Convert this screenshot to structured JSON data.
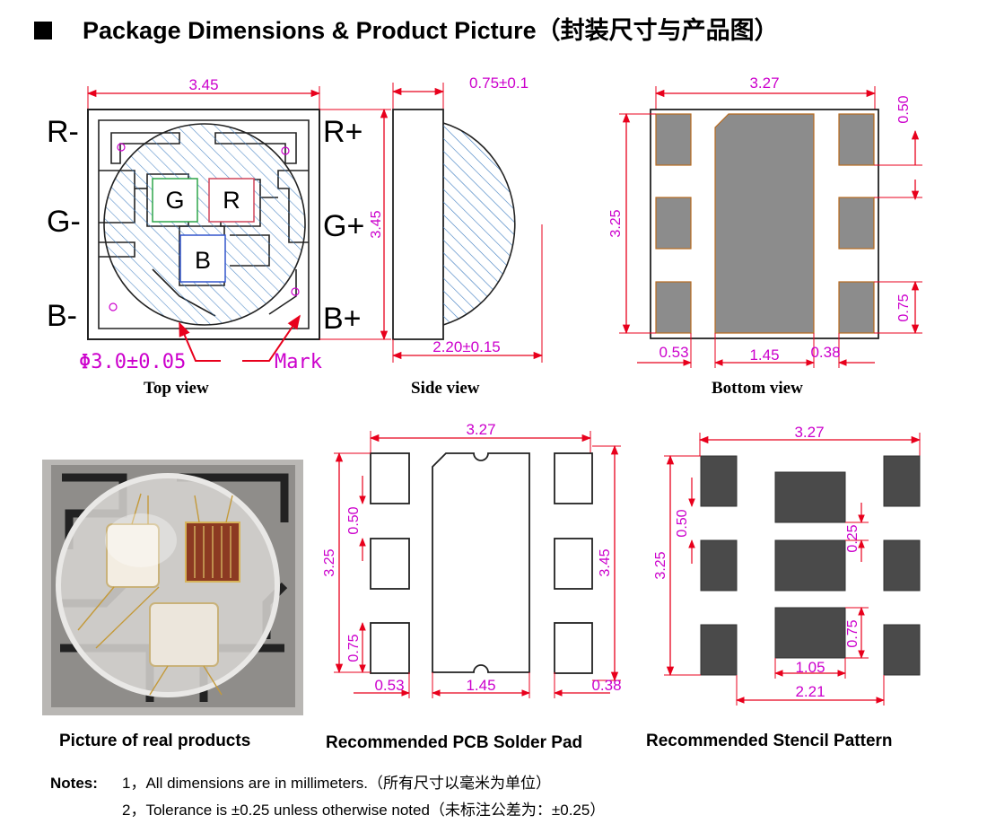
{
  "title": "Package Dimensions & Product Picture（封装尺寸与产品图）",
  "captions": {
    "top_view": "Top view",
    "side_view": "Side view",
    "bottom_view": "Bottom view",
    "real_products": "Picture of real products",
    "pcb_pad": "Recommended PCB Solder Pad",
    "stencil": "Recommended Stencil Pattern"
  },
  "top_view": {
    "width": "3.45",
    "height": "3.45",
    "pins_left": [
      "R-",
      "G-",
      "B-"
    ],
    "pins_right": [
      "R+",
      "G+",
      "B+"
    ],
    "chips": [
      "G",
      "R",
      "B"
    ],
    "lens": "Φ3.0±0.05",
    "mark": "Mark"
  },
  "side_view": {
    "top_dim": "0.75±0.1",
    "bottom_dim": "2.20±0.15"
  },
  "bottom_view": {
    "width": "3.27",
    "height": "3.25",
    "pad_gap": "0.50",
    "pad_h": "0.75",
    "left": "0.53",
    "center": "1.45",
    "right": "0.38"
  },
  "pcb_pad": {
    "width": "3.27",
    "height": "3.25",
    "height_right": "3.45",
    "gap": "0.50",
    "pad_h": "0.75",
    "left": "0.53",
    "center": "1.45",
    "right": "0.38"
  },
  "stencil": {
    "width": "3.27",
    "height": "3.25",
    "gap": "0.50",
    "center_gap": "0.25",
    "pad_h": "0.75",
    "center_w": "1.05",
    "outer_w": "2.21"
  },
  "notes": {
    "label": "Notes:",
    "line1": "1，All dimensions are in millimeters.（所有尺寸以毫米为单位）",
    "line2": "2，Tolerance is  ±0.25 unless otherwise noted（未标注公差为：±0.25）"
  },
  "colors": {
    "dimension": "#cc00cc",
    "arrow": "#e8001c",
    "hatch": "#3a7abf",
    "pad_fill": "#8c8c8c",
    "pad_edge": "#b86a1e",
    "stencil_fill": "#4a4a4a"
  }
}
